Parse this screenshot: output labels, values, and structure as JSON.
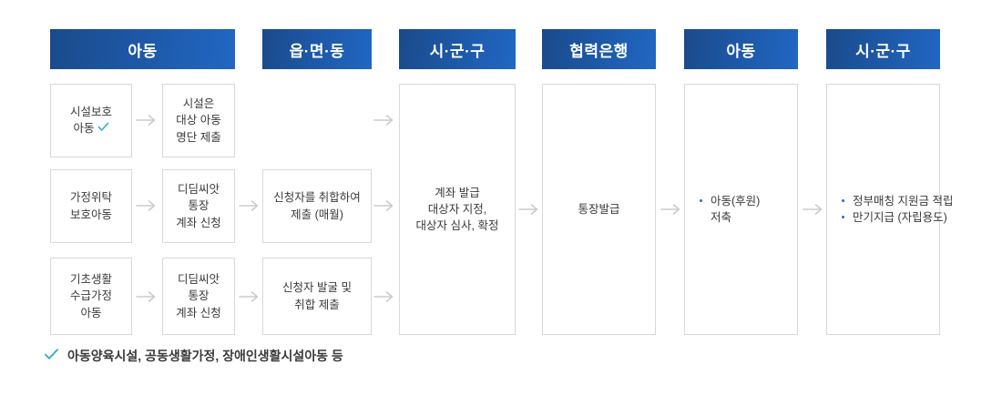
{
  "diagram": {
    "title_note": "디딤씨앗통장 사업 절차도",
    "accent_header_start": "#1b4a8a",
    "accent_header_end": "#2167c4",
    "check_color": "#3fa9c9",
    "bullet_color": "#2a6fc0",
    "box_border_color": "#d8d8d8",
    "arrow_color": "#cccccc",
    "text_color": "#3a3a3a"
  },
  "headers": [
    {
      "label": "아동",
      "name": "header-child-1"
    },
    {
      "label": "읍·면·동",
      "name": "header-eup-myeon-dong"
    },
    {
      "label": "시·군·구",
      "name": "header-si-gun-gu-1"
    },
    {
      "label": "협력은행",
      "name": "header-partner-bank"
    },
    {
      "label": "아동",
      "name": "header-child-2"
    },
    {
      "label": "시·군·구",
      "name": "header-si-gun-gu-2"
    }
  ],
  "boxes": {
    "r1c1": {
      "lines": [
        "시설보호",
        "아동"
      ],
      "has_check": true
    },
    "r1c2": {
      "lines": [
        "시설은",
        "대상 아동",
        "명단 제출"
      ]
    },
    "r2c1": {
      "lines": [
        "가정위탁",
        "보호아동"
      ]
    },
    "r2c2": {
      "lines": [
        "디딤씨앗",
        "통장",
        "계좌 신청"
      ]
    },
    "r2c3": {
      "lines": [
        "신청자를 취합하여",
        "제출 (매월)"
      ]
    },
    "r3c1": {
      "lines": [
        "기초생활",
        "수급가정",
        "아동"
      ]
    },
    "r3c2": {
      "lines": [
        "디딤씨앗",
        "통장",
        "계좌 신청"
      ]
    },
    "r3c3": {
      "lines": [
        "신청자 발굴 및",
        "취합 제출"
      ]
    },
    "tall_sigungu_1": {
      "lines": [
        "계좌 발급",
        "대상자 지정,",
        "대상자 심사, 확정"
      ]
    },
    "tall_bank": {
      "lines": [
        "통장발급"
      ]
    },
    "tall_child": {
      "bullets": [
        {
          "first": "아동(후원)",
          "second": "저축"
        }
      ]
    },
    "tall_sigungu_2": {
      "bullets": [
        {
          "first": "정부매칭 지원금 적립"
        },
        {
          "first": "만기지급 (자립용도)"
        }
      ]
    }
  },
  "footnote": {
    "text": "아동양육시설, 공동생활가정, 장애인생활시설아동 등",
    "icon": "check-icon"
  }
}
